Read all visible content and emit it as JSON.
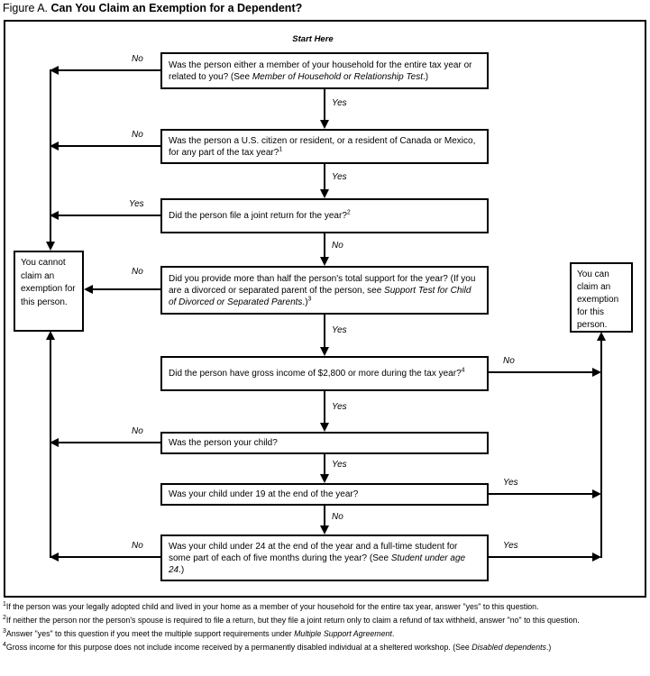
{
  "title": {
    "prefix": "Figure A. ",
    "main": "Can You Claim an Exemption for a Dependent?"
  },
  "start_here": "Start Here",
  "questions": [
    {
      "pre": "Was the person either a member of your household for the entire tax year or related to you? (See ",
      "italic": "Member of Household or Relationship Test",
      "after": ".)",
      "sup": ""
    },
    {
      "pre": "Was the person a U.S. citizen or resident, or a resident of Canada or Mexico, for any part of the tax year?",
      "italic": "",
      "after": "",
      "sup": "1"
    },
    {
      "pre": "Did the person file a joint return for the year?",
      "italic": "",
      "after": "",
      "sup": "2"
    },
    {
      "pre": "Did you provide more than half the person's total support for the year? (If you are a divorced or separated parent of the person, see ",
      "italic": "Support Test for Child of Divorced or Separated Parents",
      "after": ".)",
      "sup": "3"
    },
    {
      "pre": "Did the person have gross income of $2,800 or more during the tax year?",
      "italic": "",
      "after": "",
      "sup": "4"
    },
    {
      "pre": "Was the person your child?",
      "italic": "",
      "after": "",
      "sup": ""
    },
    {
      "pre": "Was your child under 19 at the end of the year?",
      "italic": "",
      "after": "",
      "sup": ""
    },
    {
      "pre": "Was your child under 24 at the end of the year and a full-time student for some part of each of five months during the year? (See ",
      "italic": "Student under age 24",
      "after": ".)",
      "sup": ""
    }
  ],
  "branch_labels": {
    "q1_no": "No",
    "q1_yes": "Yes",
    "q2_no": "No",
    "q2_yes": "Yes",
    "q3_yes": "Yes",
    "q3_no": "No",
    "q4_no": "No",
    "q4_yes": "Yes",
    "q5_no": "No",
    "q5_yes": "Yes",
    "q6_no": "No",
    "q6_yes": "Yes",
    "q7_yes": "Yes",
    "q7_no": "No",
    "q8_no": "No",
    "q8_yes": "Yes"
  },
  "results": {
    "cannot_claim": "You cannot claim an exemption for this person.",
    "can_claim": "You can claim an exemption for this person."
  },
  "footnotes": [
    {
      "sup": "1",
      "pre": "If the person was your legally adopted child and lived in your home as a member of your household for the entire tax year, answer \"yes\" to this question.",
      "italic": "",
      "after": ""
    },
    {
      "sup": "2",
      "pre": "If neither the person nor the person's spouse is required to file a return, but they file a joint return only to claim a refund of tax withheld, answer \"no\" to this question.",
      "italic": "",
      "after": ""
    },
    {
      "sup": "3",
      "pre": "Answer \"yes\" to this question if you meet the multiple support requirements under ",
      "italic": "Multiple Support Agreement",
      "after": "."
    },
    {
      "sup": "4",
      "pre": "Gross income for this purpose does not include income received by a permanently disabled individual at a sheltered workshop. (See ",
      "italic": "Disabled dependents",
      "after": ".)"
    }
  ]
}
